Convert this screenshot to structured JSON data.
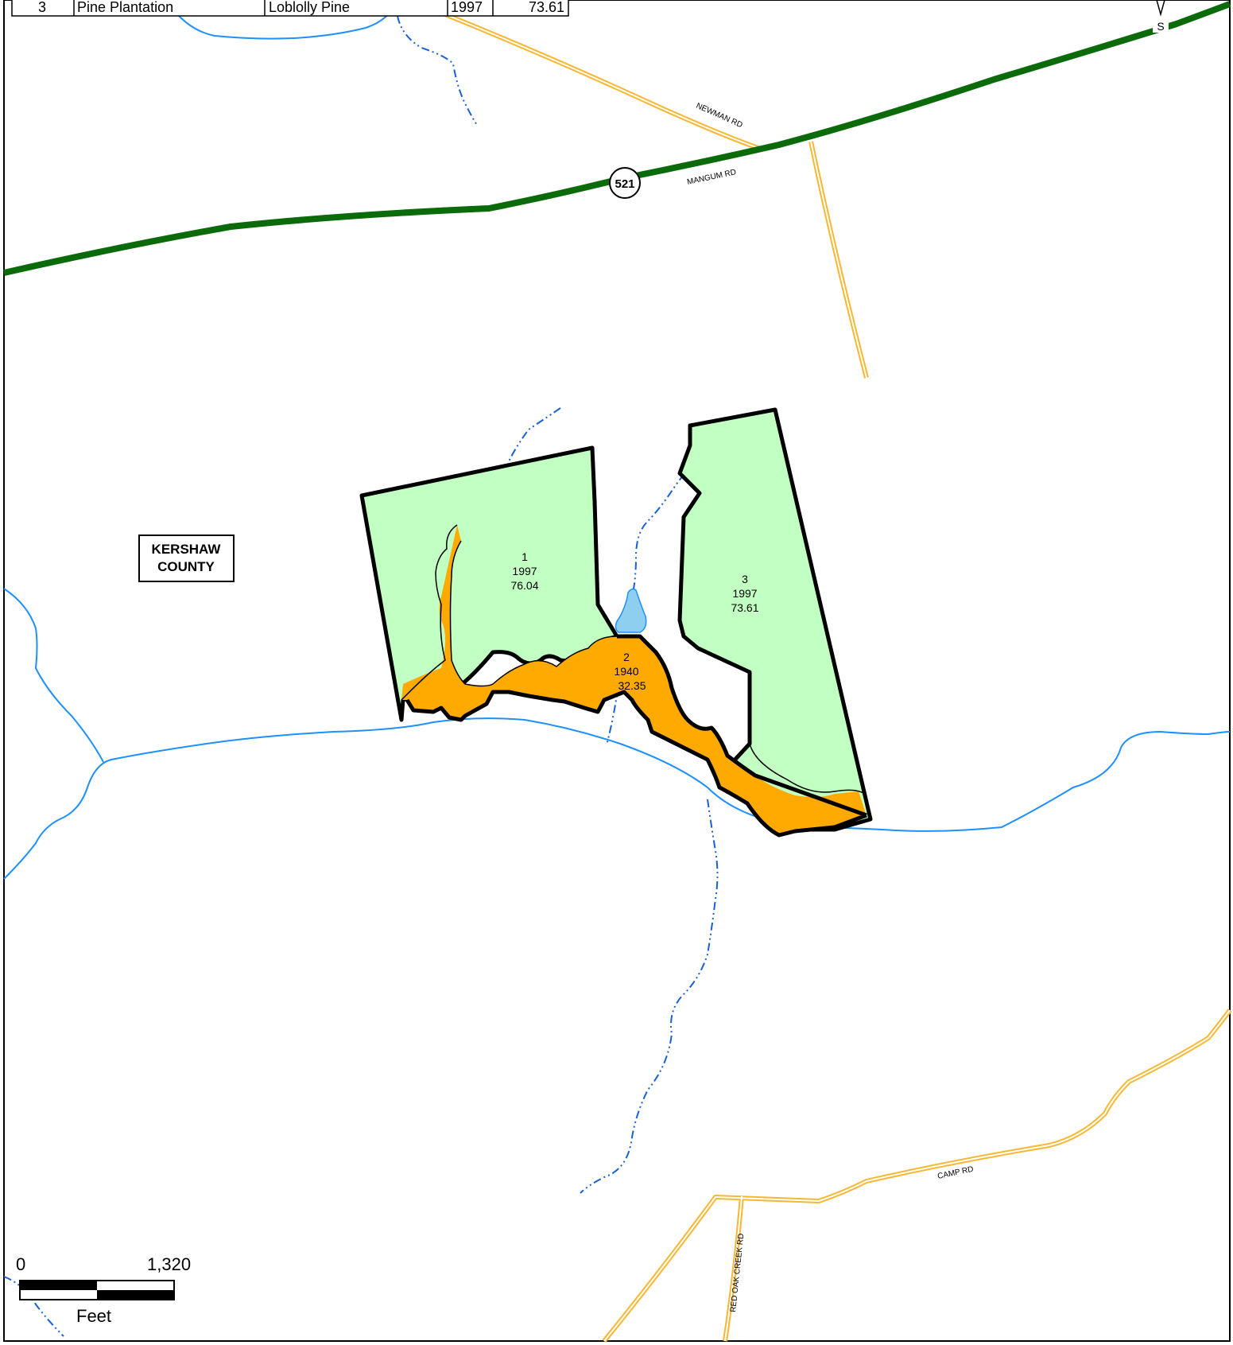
{
  "stand_table": {
    "row": {
      "stand": "3",
      "type": "Pine Plantation",
      "species": "Loblolly Pine",
      "year": "1997",
      "acres": "73.61"
    }
  },
  "north_arrow": {
    "south_letter": "S"
  },
  "highway": {
    "shield": "521"
  },
  "roads": {
    "newman": "NEWMAN RD",
    "mangum": "MANGUM RD",
    "camp": "CAMP RD",
    "red_oak_creek": "RED OAK CREEK RD"
  },
  "county_label": {
    "line1": "KERSHAW",
    "line2": "COUNTY"
  },
  "stands": [
    {
      "id": "1",
      "year": "1997",
      "acres": "76.04",
      "type": "pine"
    },
    {
      "id": "2",
      "year": "1940",
      "acres": "32.35",
      "type": "hardwood"
    },
    {
      "id": "3",
      "year": "1997",
      "acres": "73.61",
      "type": "pine"
    }
  ],
  "scale_bar": {
    "start": "0",
    "end": "1,320",
    "units": "Feet"
  },
  "colors": {
    "pine_stand": "#c2ffc2",
    "hardwood_stand": "#ffaa00",
    "stream": "#1e90ff",
    "intermittent_stream": "#1a5fd6",
    "pond": "#8ecfef",
    "highway": "#0b6b0b",
    "county_road": "#f7b733"
  }
}
